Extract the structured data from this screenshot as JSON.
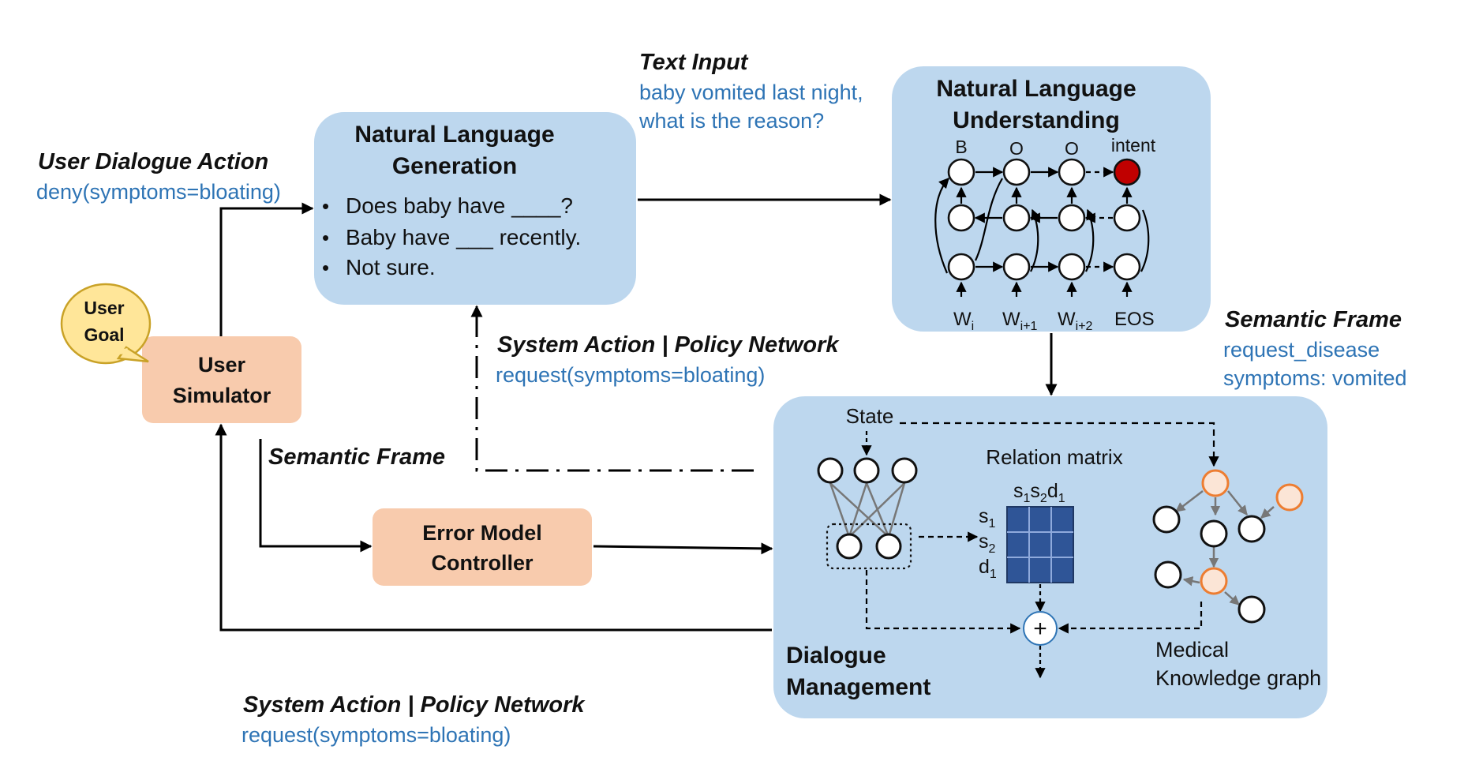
{
  "nlg": {
    "title_line1": "Natural Language",
    "title_line2": "Generation",
    "bullets": [
      "Does baby have ____?",
      "Baby have ___  recently.",
      "Not sure."
    ],
    "bullet_char": "•"
  },
  "text_input": {
    "label": "Text Input",
    "line1": "baby vomited last night,",
    "line2": "what is the reason?"
  },
  "nlu": {
    "title_line1": "Natural Language",
    "title_line2": "Understanding",
    "top_labels": [
      "B",
      "O",
      "O",
      "intent"
    ],
    "bottom_labels": [
      "W",
      "W",
      "W",
      "EOS"
    ],
    "bottom_subscripts": [
      "i",
      "i+1",
      "i+2",
      ""
    ]
  },
  "user_dialogue_action": {
    "label": "User Dialogue Action",
    "value": "deny(symptoms=bloating)"
  },
  "user_goal": {
    "line1": "User",
    "line2": "Goal"
  },
  "user_simulator": {
    "line1": "User",
    "line2": "Simulator"
  },
  "system_action_top": {
    "label": "System Action | Policy Network",
    "value": "request(symptoms=bloating)"
  },
  "semantic_frame_left": {
    "label": "Semantic Frame"
  },
  "semantic_frame_right": {
    "label": "Semantic Frame",
    "line1": "request_disease",
    "line2": "symptoms: vomited"
  },
  "error_model": {
    "line1": "Error Model",
    "line2": "Controller"
  },
  "dialogue_management": {
    "title_line1": "Dialogue",
    "title_line2": "Management",
    "state_label": "State",
    "relation_label": "Relation matrix",
    "col_header": [
      "s",
      "1",
      "s",
      "2",
      "d",
      "1"
    ],
    "rows": [
      {
        "main": "s",
        "sub": "1"
      },
      {
        "main": "s",
        "sub": "2"
      },
      {
        "main": "d",
        "sub": "1"
      }
    ],
    "plus_symbol": "+",
    "kg_line1": "Medical",
    "kg_line2": "Knowledge graph"
  },
  "system_action_bottom": {
    "label": "System Action | Policy Network",
    "value": "request(symptoms=bloating)"
  },
  "colors": {
    "box_blue": "#BDD7EE",
    "box_orange": "#F8CBAD",
    "text_blue": "#2E74B5",
    "intent_red": "#C00000",
    "matrix_blue": "#2F5597",
    "kg_orange": "#ED7D31",
    "user_goal_yellow": "#FFE699"
  }
}
